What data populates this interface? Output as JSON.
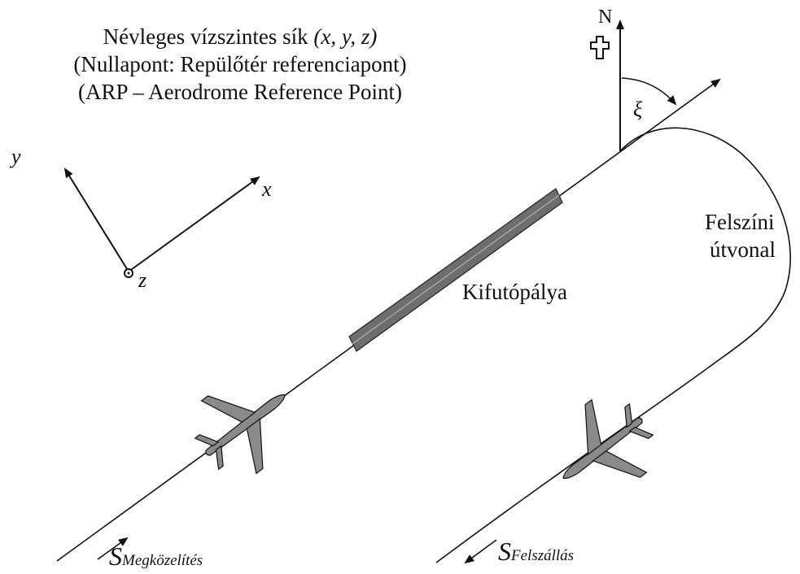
{
  "title": {
    "line1_prefix": "Névleges vízszintes sík",
    "line1_coords": "(x, y, z)",
    "line2": "(Nullapont: Repülőtér referenciapont)",
    "line3": "(ARP – Aerodrome Reference Point)"
  },
  "axes": {
    "x_label": "x",
    "y_label": "y",
    "z_label": "z"
  },
  "north_label": "N",
  "angle_label": "ξ",
  "runway_label": "Kifutópálya",
  "route_label_line1": "Felszíni",
  "route_label_line2": "útvonal",
  "approach": {
    "symbol": "S",
    "subscript": "Megközelítés"
  },
  "departure": {
    "symbol": "S",
    "subscript": "Felszállás"
  },
  "colors": {
    "line": "#111111",
    "runway_fill": "#6e6e6e",
    "aircraft_fill": "#8a8a8a"
  }
}
